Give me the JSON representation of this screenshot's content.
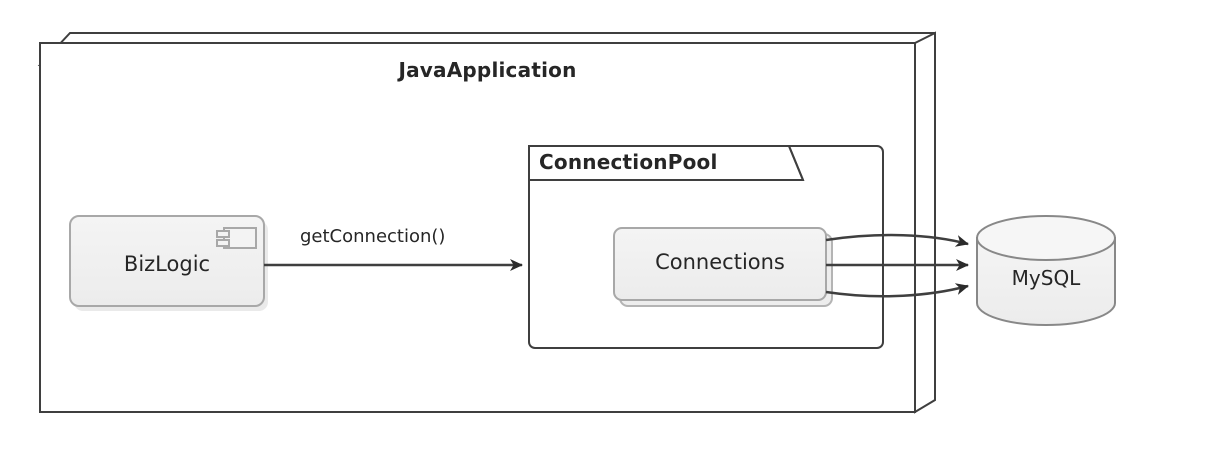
{
  "diagram": {
    "type": "uml-deployment-diagram",
    "background": "#ffffff",
    "stroke_color": "#3f3f3f",
    "fill_light": "#f1f1f1",
    "text_color": "#262626",
    "node": {
      "name": "node-javaapplication",
      "title": "JavaApplication",
      "shape": "3d-box"
    },
    "package": {
      "name": "package-connectionpool",
      "title": "ConnectionPool",
      "shape": "folder-tab-rect"
    },
    "component": {
      "name": "component-bizlogic",
      "title": "BizLogic",
      "icon": "component-icon",
      "shape": "rounded-rect"
    },
    "multi_object": {
      "name": "object-connections",
      "title": "Connections",
      "shape": "stacked-rounded-rect"
    },
    "database": {
      "name": "database-mysql",
      "title": "MySQL",
      "shape": "cylinder"
    },
    "edges": [
      {
        "name": "edge-getconnection",
        "label": "getConnection()",
        "from": "BizLogic",
        "to": "ConnectionPool",
        "style": "solid-arrow"
      },
      {
        "name": "edge-connections-mysql-1",
        "label": "",
        "from": "Connections",
        "to": "MySQL",
        "style": "curved-arrow"
      },
      {
        "name": "edge-connections-mysql-2",
        "label": "",
        "from": "Connections",
        "to": "MySQL",
        "style": "straight-arrow"
      },
      {
        "name": "edge-connections-mysql-3",
        "label": "",
        "from": "Connections",
        "to": "MySQL",
        "style": "curved-arrow"
      }
    ]
  }
}
